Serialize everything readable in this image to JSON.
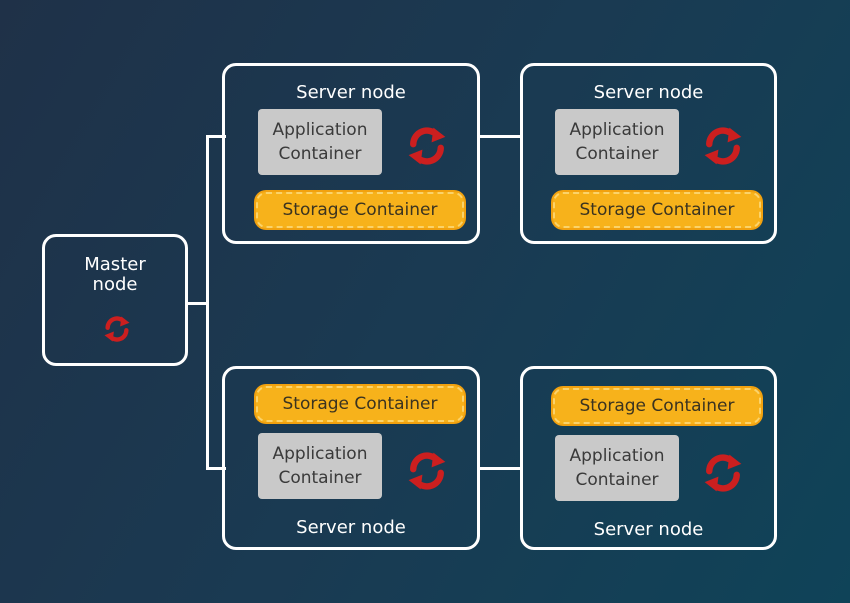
{
  "colors": {
    "background": "#1a3a52",
    "node_border": "#ffffff",
    "application_container": "#c9c9c9",
    "storage_container": "#f7b21b",
    "sync_icon": "#cc1f1f"
  },
  "master": {
    "title_line1": "Master",
    "title_line2": "node",
    "icon": "sync-icon"
  },
  "servers": [
    {
      "title": "Server node",
      "app_line1": "Application",
      "app_line2": "Container",
      "storage": "Storage Container",
      "icon": "sync-icon"
    },
    {
      "title": "Server node",
      "app_line1": "Application",
      "app_line2": "Container",
      "storage": "Storage Container",
      "icon": "sync-icon"
    },
    {
      "title": "Server node",
      "app_line1": "Application",
      "app_line2": "Container",
      "storage": "Storage Container",
      "icon": "sync-icon"
    },
    {
      "title": "Server node",
      "app_line1": "Application",
      "app_line2": "Container",
      "storage": "Storage Container",
      "icon": "sync-icon"
    }
  ]
}
